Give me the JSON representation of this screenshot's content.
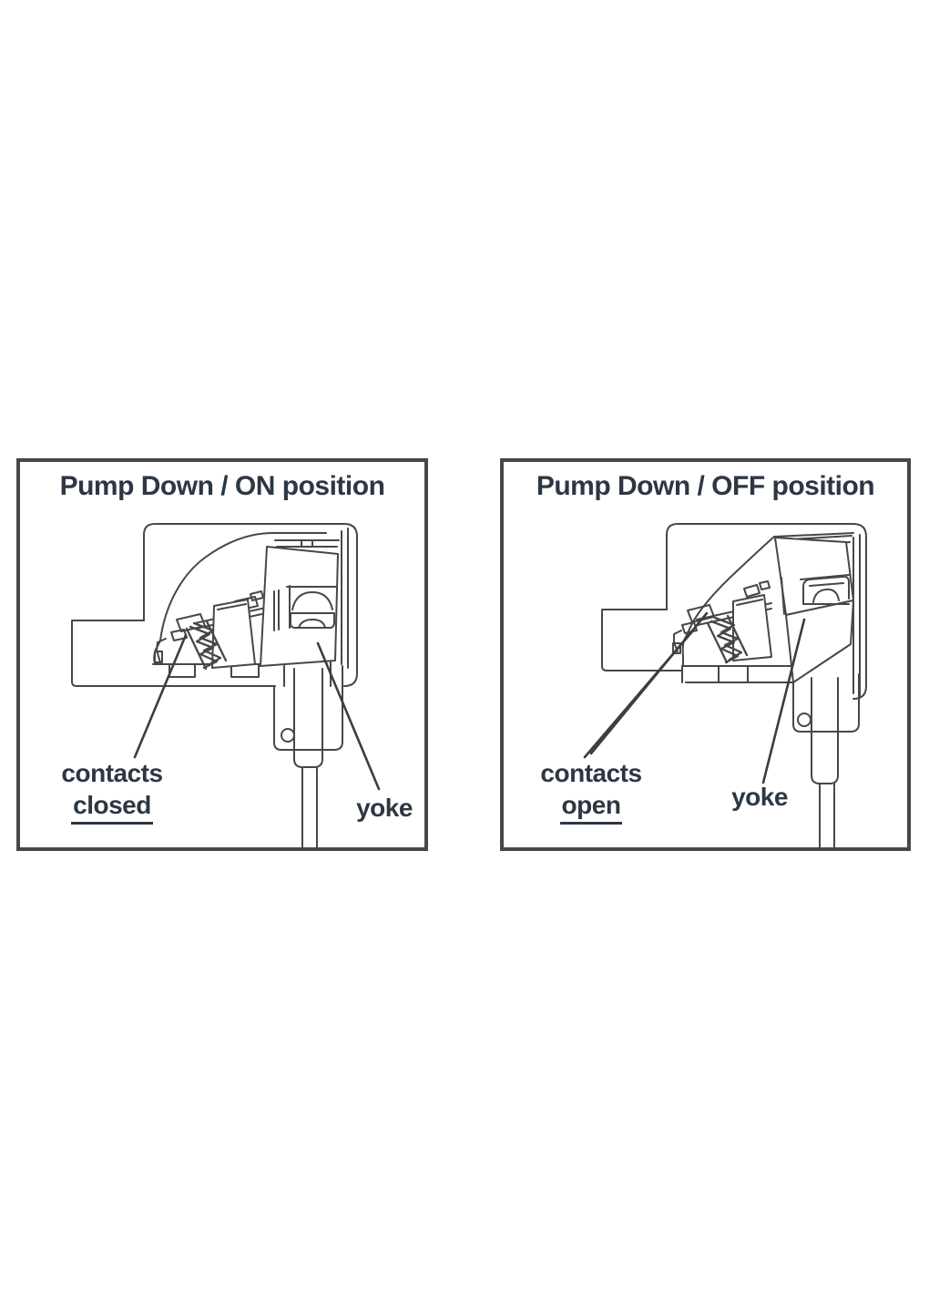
{
  "colors": {
    "background": "#ffffff",
    "text": "#2d3744",
    "line": "#474747",
    "panel_border": "#43484f"
  },
  "panels": [
    {
      "id": "pump-down-on",
      "title": "Pump Down / ON position",
      "contacts_label": {
        "line1": "contacts",
        "line2": "closed"
      },
      "yoke_label": "yoke"
    },
    {
      "id": "pump-down-off",
      "title": "Pump Down / OFF position",
      "contacts_label": {
        "line1": "contacts",
        "line2": "open"
      },
      "yoke_label": "yoke"
    }
  ]
}
